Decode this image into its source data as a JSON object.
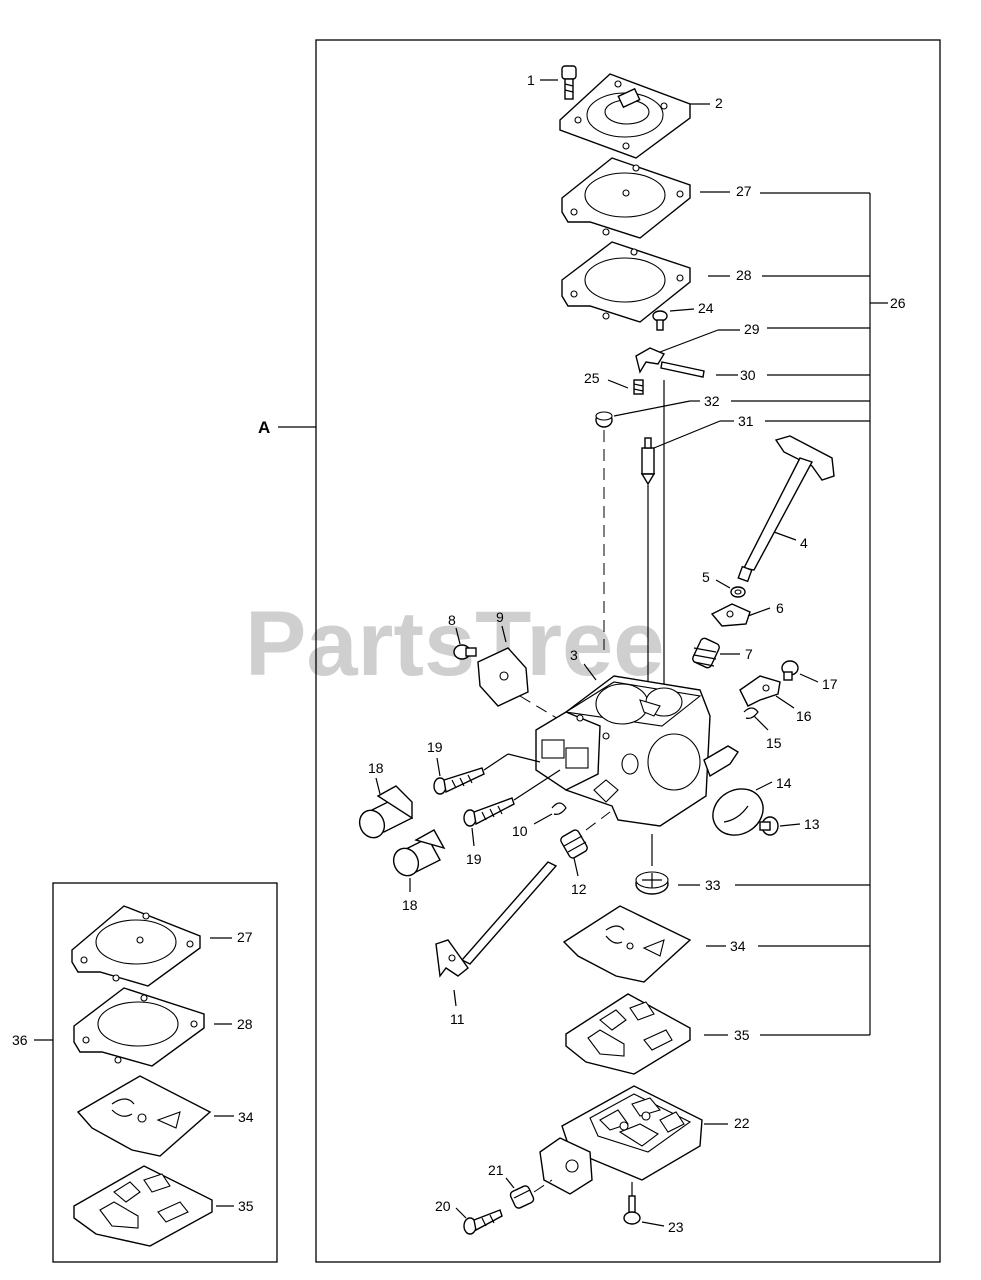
{
  "watermark": "PartsTree",
  "labels": {
    "assembly": "A",
    "kit": "36",
    "p1": "1",
    "p2": "2",
    "p3": "3",
    "p4": "4",
    "p5": "5",
    "p6": "6",
    "p7": "7",
    "p8": "8",
    "p9": "9",
    "p10": "10",
    "p11": "11",
    "p12": "12",
    "p13": "13",
    "p14": "14",
    "p15": "15",
    "p16": "16",
    "p17": "17",
    "p18": "18",
    "p19": "19",
    "p20": "20",
    "p21": "21",
    "p22": "22",
    "p23": "23",
    "p24": "24",
    "p25": "25",
    "p26": "26",
    "p27": "27",
    "p28": "28",
    "p29": "29",
    "p30": "30",
    "p31": "31",
    "p32": "32",
    "p33": "33",
    "p34": "34",
    "p35": "35"
  }
}
